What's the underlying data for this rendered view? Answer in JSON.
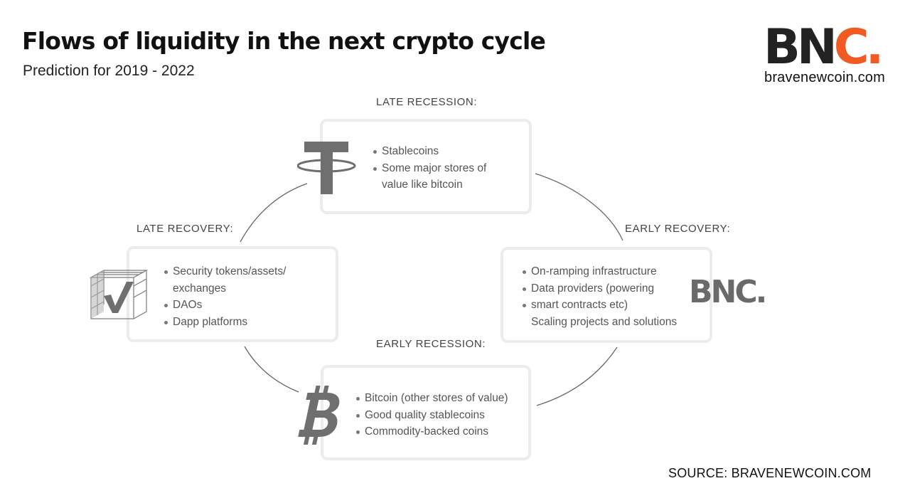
{
  "title": "Flows of liquidity in the next crypto cycle",
  "subtitle": "Prediction for 2019 - 2022",
  "logo": {
    "letters_main": "BN",
    "letters_accent": "C.",
    "domain": "bravenewcoin.com",
    "accent_color": "#f15a22"
  },
  "phases": {
    "late_recession": {
      "label": "LATE RECESSION:",
      "icon": "tether-icon",
      "items": [
        "Stablecoins",
        "Some major stores of",
        "value like bitcoin"
      ]
    },
    "early_recovery": {
      "label": "EARLY RECOVERY:",
      "icon": "bnc-logo-icon",
      "icon_text": "BNC.",
      "items": [
        "On-ramping infrastructure",
        "Data providers (powering",
        "smart contracts etc)",
        "Scaling projects and solutions"
      ]
    },
    "early_recession": {
      "label": "EARLY RECESSION:",
      "icon": "bitcoin-icon",
      "items": [
        "Bitcoin (other stores of value)",
        "Good quality stablecoins",
        "Commodity-backed coins"
      ]
    },
    "late_recovery": {
      "label": "LATE RECOVERY:",
      "icon": "security-token-cube-icon",
      "items": [
        "Security tokens/assets/",
        "exchanges",
        "DAOs",
        "Dapp platforms"
      ]
    }
  },
  "source": "SOURCE: BRAVENEWCOIN.COM"
}
